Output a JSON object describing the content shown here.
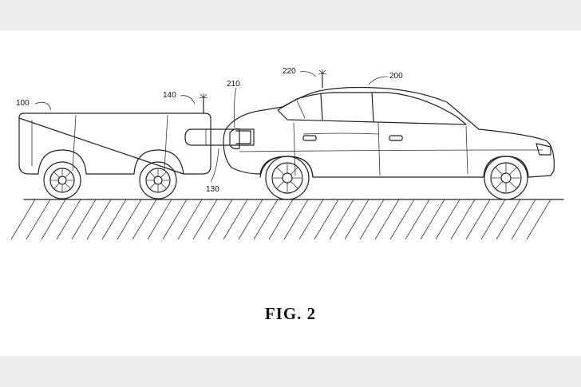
{
  "figure": {
    "caption": "FIG. 2",
    "labels": {
      "trailer": "100",
      "connector_arm": "130",
      "trailer_antenna": "140",
      "car": "200",
      "charge_port": "210",
      "car_antenna": "220"
    }
  }
}
